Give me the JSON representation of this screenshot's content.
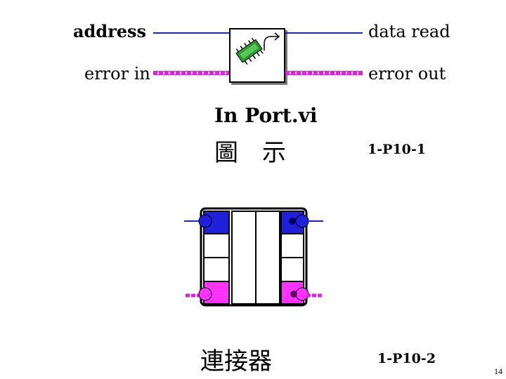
{
  "icon": {
    "inputs": {
      "address": "address",
      "error_in": "error in"
    },
    "outputs": {
      "data_read": "data read",
      "error_out": "error out"
    },
    "title": "In Port.vi",
    "subtitle": "圖　示",
    "figure_id": "1-P10-1"
  },
  "connector": {
    "title": "連接器",
    "figure_id": "1-P10-2"
  },
  "page_number": "14",
  "colors": {
    "numeric_wire": "#1a24c8",
    "error_cluster_wire": "#e020e0",
    "chip": "#2f9a2f"
  }
}
